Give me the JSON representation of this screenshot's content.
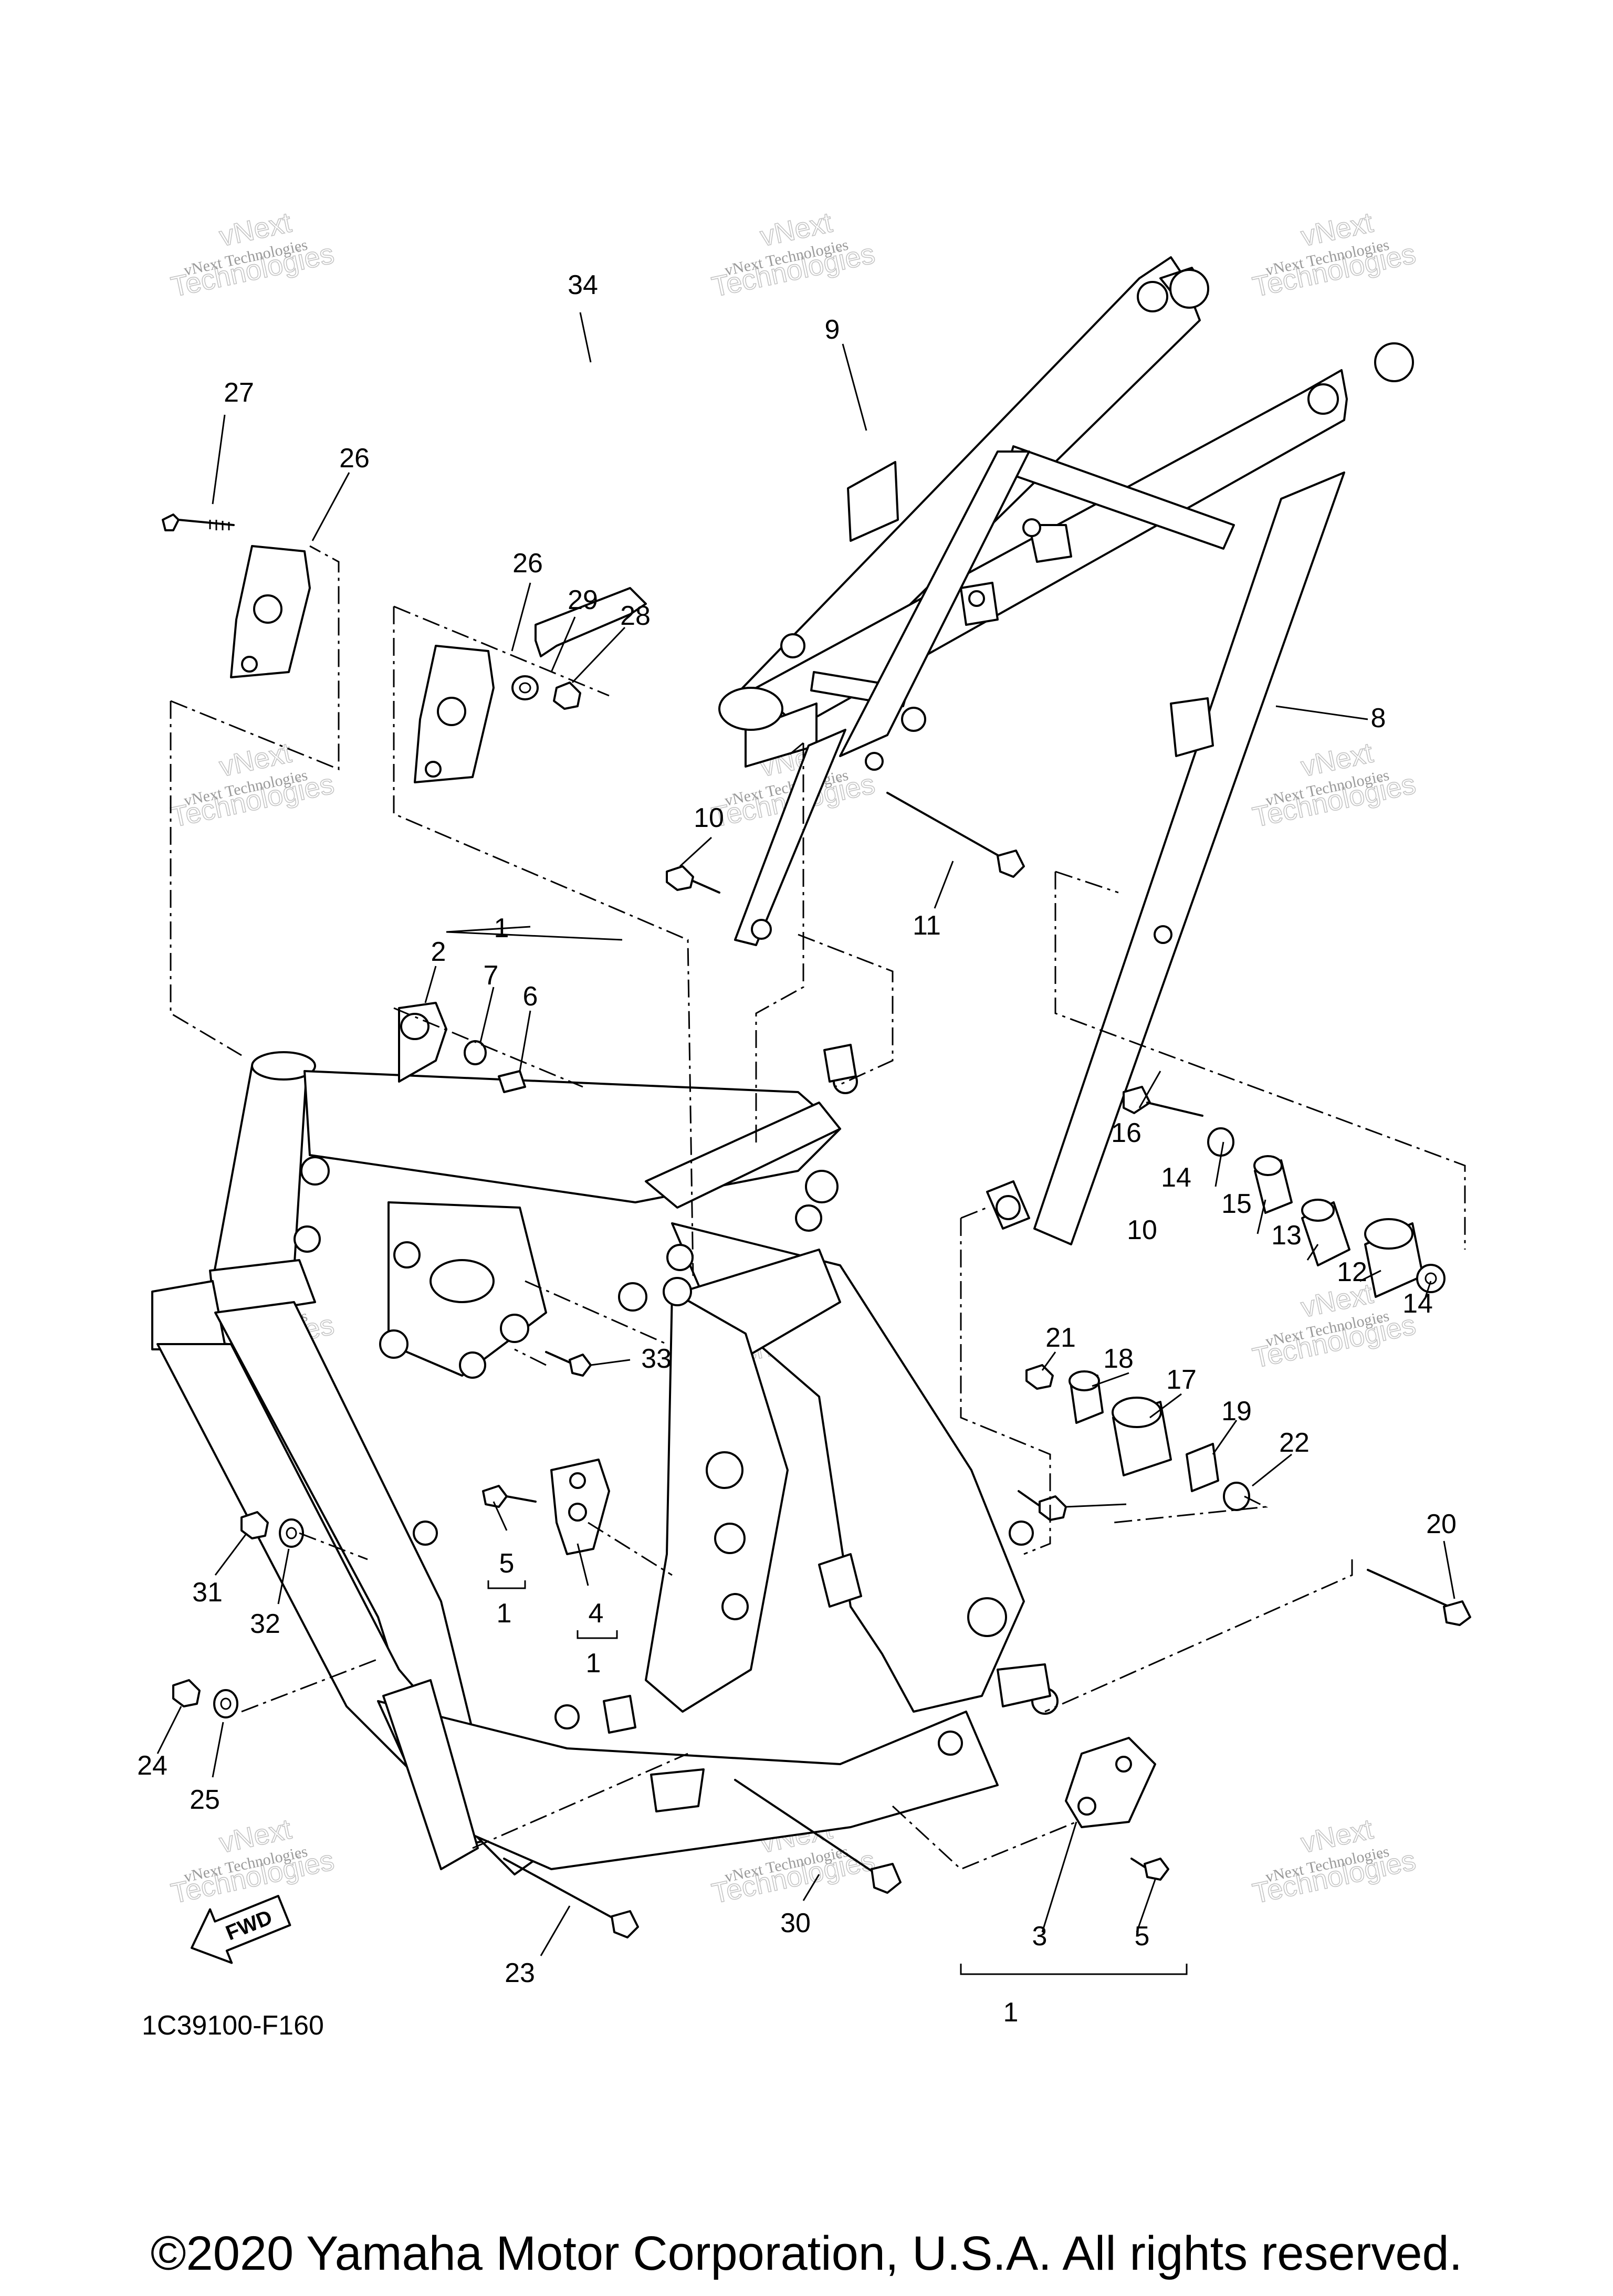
{
  "callouts": [
    {
      "id": "c34",
      "label": "34"
    },
    {
      "id": "c9",
      "label": "9"
    },
    {
      "id": "c27",
      "label": "27"
    },
    {
      "id": "c26a",
      "label": "26"
    },
    {
      "id": "c26b",
      "label": "26"
    },
    {
      "id": "c29",
      "label": "29"
    },
    {
      "id": "c28",
      "label": "28"
    },
    {
      "id": "c8",
      "label": "8"
    },
    {
      "id": "c10a",
      "label": "10"
    },
    {
      "id": "c11",
      "label": "11"
    },
    {
      "id": "c1a",
      "label": "1"
    },
    {
      "id": "c2",
      "label": "2"
    },
    {
      "id": "c7",
      "label": "7"
    },
    {
      "id": "c6",
      "label": "6"
    },
    {
      "id": "c16",
      "label": "16"
    },
    {
      "id": "c14a",
      "label": "14"
    },
    {
      "id": "c15",
      "label": "15"
    },
    {
      "id": "c13",
      "label": "13"
    },
    {
      "id": "c12",
      "label": "12"
    },
    {
      "id": "c14b",
      "label": "14"
    },
    {
      "id": "c10b",
      "label": "10"
    },
    {
      "id": "c21",
      "label": "21"
    },
    {
      "id": "c18",
      "label": "18"
    },
    {
      "id": "c17",
      "label": "17"
    },
    {
      "id": "c19",
      "label": "19"
    },
    {
      "id": "c22",
      "label": "22"
    },
    {
      "id": "c33",
      "label": "33"
    },
    {
      "id": "c20",
      "label": "20"
    },
    {
      "id": "c5a",
      "label": "5"
    },
    {
      "id": "c1b",
      "label": "1"
    },
    {
      "id": "c4",
      "label": "4"
    },
    {
      "id": "c1c",
      "label": "1"
    },
    {
      "id": "c31",
      "label": "31"
    },
    {
      "id": "c32",
      "label": "32"
    },
    {
      "id": "c24",
      "label": "24"
    },
    {
      "id": "c25",
      "label": "25"
    },
    {
      "id": "c23",
      "label": "23"
    },
    {
      "id": "c30",
      "label": "30"
    },
    {
      "id": "c3",
      "label": "3"
    },
    {
      "id": "c5b",
      "label": "5"
    },
    {
      "id": "c1d",
      "label": "1"
    }
  ],
  "watermark": {
    "line1": "vNext Technologies",
    "line2": "vNext",
    "line3": "Technologies"
  },
  "fwd_label": "FWD",
  "diagram_code": "1C39100-F160",
  "copyright": "©2020 Yamaha Motor Corporation, U.S.A. All rights reserved."
}
